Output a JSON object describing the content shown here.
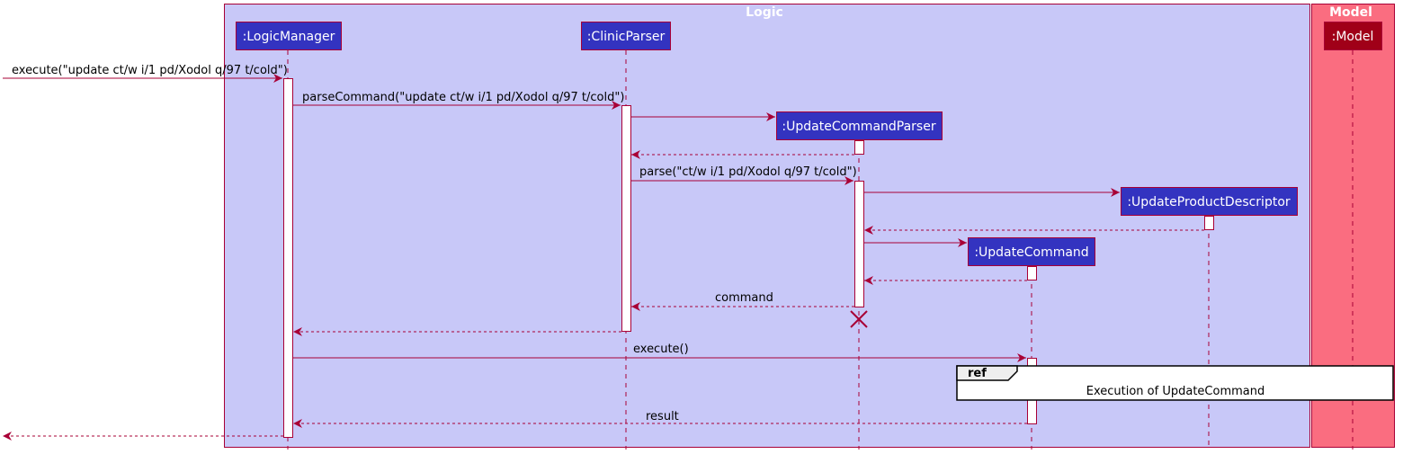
{
  "boxes": {
    "logic": "Logic",
    "model": "Model"
  },
  "participants": {
    "logic_manager": ":LogicManager",
    "clinic_parser": ":ClinicParser",
    "update_command_parser": ":UpdateCommandParser",
    "update_product_descriptor": ":UpdateProductDescriptor",
    "update_command": ":UpdateCommand",
    "model": ":Model"
  },
  "messages": {
    "execute_input": "execute(\"update ct/w i/1 pd/Xodol q/97 t/cold\")",
    "parse_command": "parseCommand(\"update ct/w i/1 pd/Xodol q/97 t/cold\")",
    "parse": "parse(\"ct/w i/1 pd/Xodol q/97 t/cold\")",
    "command_return": "command",
    "execute": "execute()",
    "result": "result"
  },
  "ref": {
    "tag": "ref",
    "label": "Execution of UpdateCommand"
  },
  "colors": {
    "logic_box_fill": "#c8c8f8",
    "model_box_fill": "#fa6d80",
    "participant_fill": "#3333c0",
    "model_participant_fill": "#a00018",
    "line": "#a80036"
  }
}
